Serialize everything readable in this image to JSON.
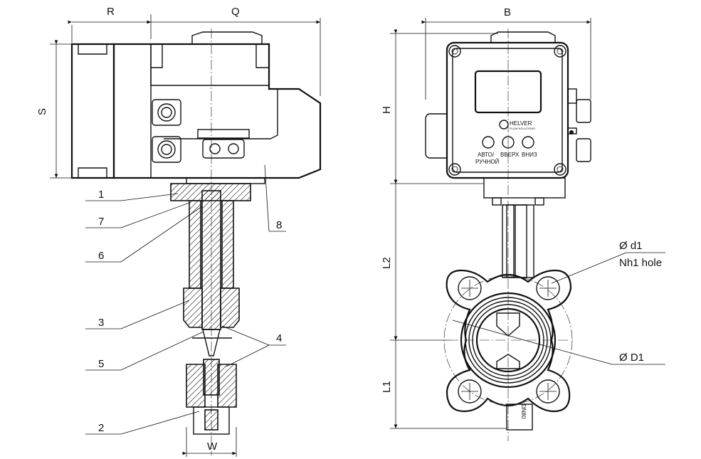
{
  "dimensions": {
    "R": "R",
    "Q": "Q",
    "S": "S",
    "W": "W",
    "B": "B",
    "H": "H",
    "L2": "L2",
    "L1": "L1"
  },
  "callouts": {
    "c1": "1",
    "c2": "2",
    "c3": "3",
    "c4": "4",
    "c5": "5",
    "c6": "6",
    "c7": "7",
    "c8": "8"
  },
  "holes": {
    "d1": "Ø d1",
    "hole_note": "Nh1 hole",
    "D1": "Ø D1"
  },
  "actuator_panel": {
    "brand": "HELVER",
    "brand_sub": "FLOW SOLUTIONS",
    "btn1_line1": "АВТО/",
    "btn1_line2": "РУЧНОЙ",
    "btn2": "ВВЕРХ",
    "btn3": "ВНИЗ"
  },
  "body_marking": "DN80"
}
